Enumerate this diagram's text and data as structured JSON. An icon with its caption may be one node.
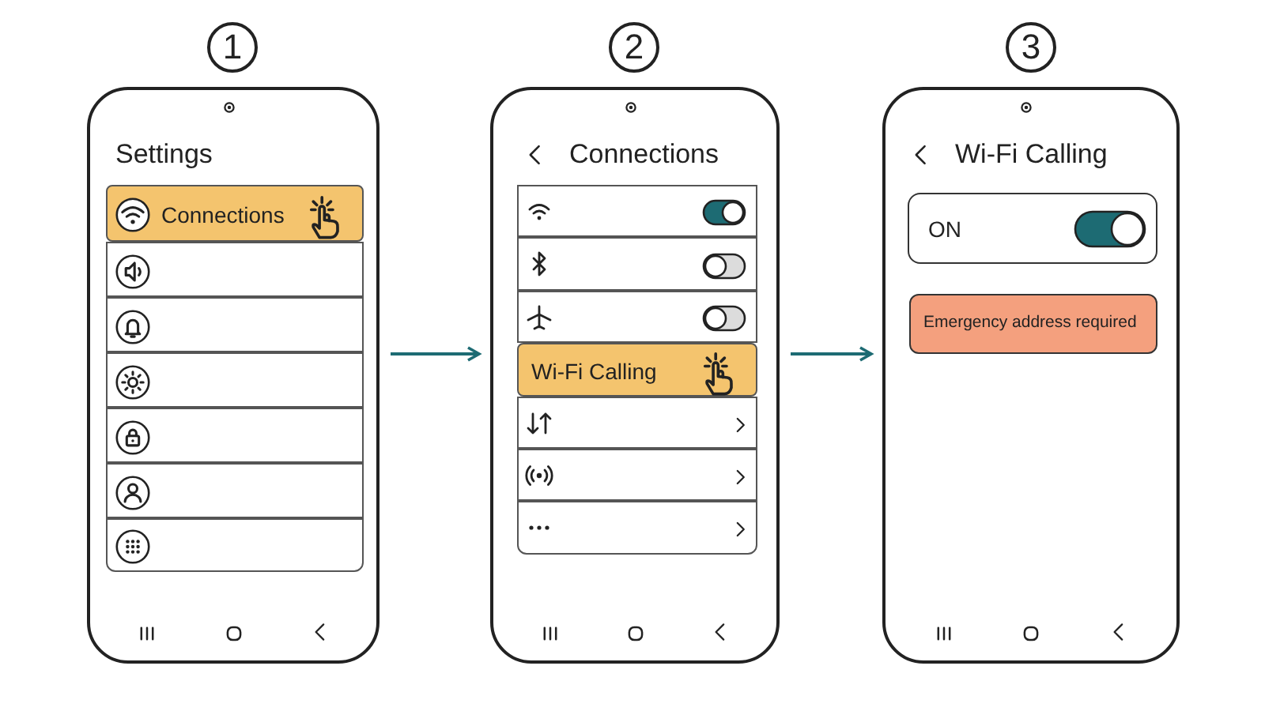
{
  "diagram": {
    "nodes": [
      {
        "text": [
          "1"
        ]
      },
      {
        "text": [
          "Settings"
        ]
      },
      {
        "text": [
          "Connections"
        ],
        "in": 1
      },
      {
        "text": [],
        "shape": "box",
        "in": 1
      },
      {
        "text": [],
        "shape": "box",
        "in": 1
      },
      {
        "text": [],
        "shape": "box",
        "in": 1
      },
      {
        "text": [],
        "shape": "box",
        "in": 1
      },
      {
        "text": [],
        "shape": "box",
        "in": 1
      },
      {
        "text": [],
        "shape": "box",
        "in": 1
      },
      {
        "text": [
          "2"
        ]
      },
      {
        "text": [
          "Connections"
        ]
      },
      {
        "text": [],
        "shape": "box",
        "in": 10
      },
      {
        "text": [],
        "shape": "box",
        "in": 10
      },
      {
        "text": [],
        "shape": "box",
        "in": 10
      },
      {
        "text": [
          "Wi-Fi Calling"
        ],
        "in": 10
      },
      {
        "text": [],
        "shape": "box",
        "in": 10
      },
      {
        "text": [],
        "shape": "box",
        "in": 10
      },
      {
        "text": [],
        "shape": "box",
        "in": 10
      },
      {
        "text": [
          "3"
        ]
      },
      {
        "text": [
          "Wi-Fi Calling"
        ]
      },
      {
        "text": [
          "ON"
        ],
        "in": 19
      },
      {
        "text": [
          "Emergency address required"
        ],
        "in": 19
      }
    ],
    "edges": [
      {
        "from": 1,
        "to": 10,
        "arrow": "to"
      },
      {
        "from": 10,
        "to": 19,
        "arrow": "to"
      }
    ]
  }
}
